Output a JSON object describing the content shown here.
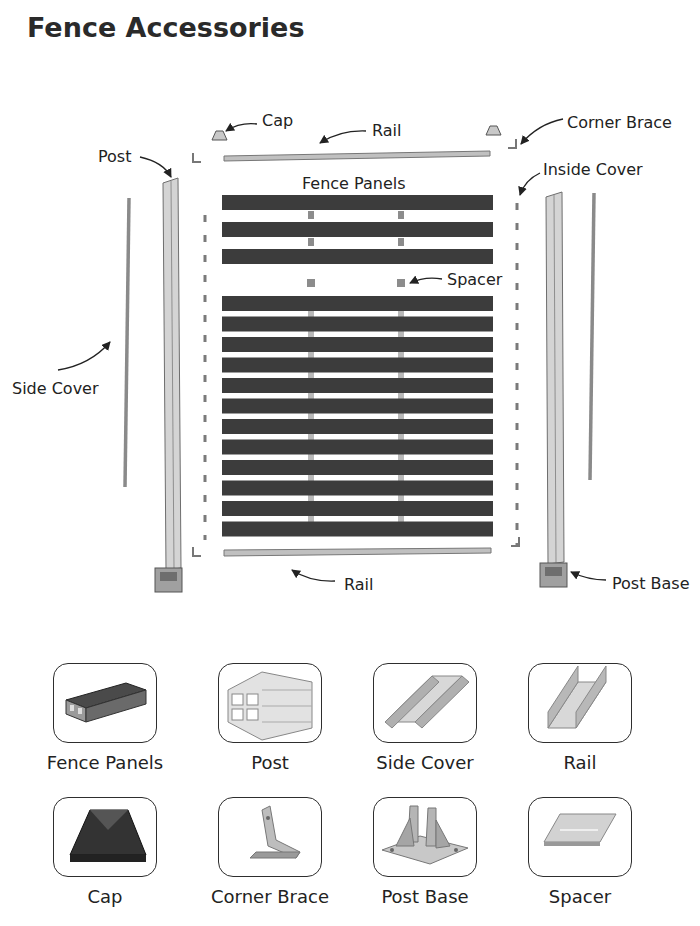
{
  "diagram": {
    "title": "Fence Accessories",
    "nodes": [
      {
        "text": [
          "Fence Panels"
        ]
      },
      {
        "text": [
          "Post"
        ]
      },
      {
        "text": [
          "Side Cover"
        ]
      },
      {
        "text": [
          "Rail"
        ]
      },
      {
        "text": [
          "Cap"
        ]
      },
      {
        "text": [
          "Corner Brace"
        ]
      },
      {
        "text": [
          "Post Base"
        ]
      },
      {
        "text": [
          "Spacer"
        ]
      }
    ],
    "labels": [
      "Cap",
      "Rail",
      "Corner Brace",
      "Post",
      "Fence Panels",
      "Inside Cover",
      "Spacer",
      "Side Cover",
      "Rail",
      "Post Base"
    ]
  }
}
